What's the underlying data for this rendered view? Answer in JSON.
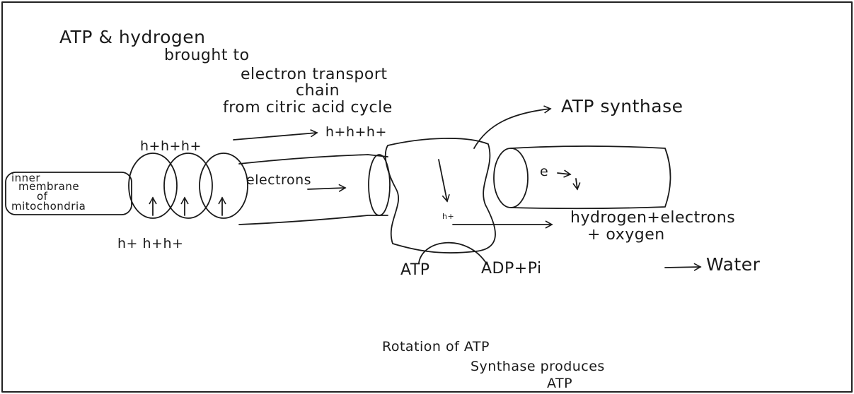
{
  "diagram": {
    "title_lines": [
      "ATP & hydrogen",
      "brought to",
      "electron transport",
      "chain",
      "from citric acid cycle"
    ],
    "label_atp_synthase": "ATP synthase",
    "label_h_top_left": "h+h+h+",
    "label_h_top_right": "h+h+h+",
    "label_h_bottom": "h+ h+h+",
    "label_membrane": [
      "inner",
      "membrane",
      "of",
      "mitochondria"
    ],
    "label_electrons": "electrons",
    "label_e": "e",
    "label_h_inside": "h+",
    "label_products": [
      "hydrogen+electrons",
      "+ oxygen"
    ],
    "label_water": "Water",
    "label_atp": "ATP",
    "label_adp": "ADP+Pi",
    "caption_lines": [
      "Rotation of ATP",
      "Synthase produces",
      "ATP"
    ]
  }
}
